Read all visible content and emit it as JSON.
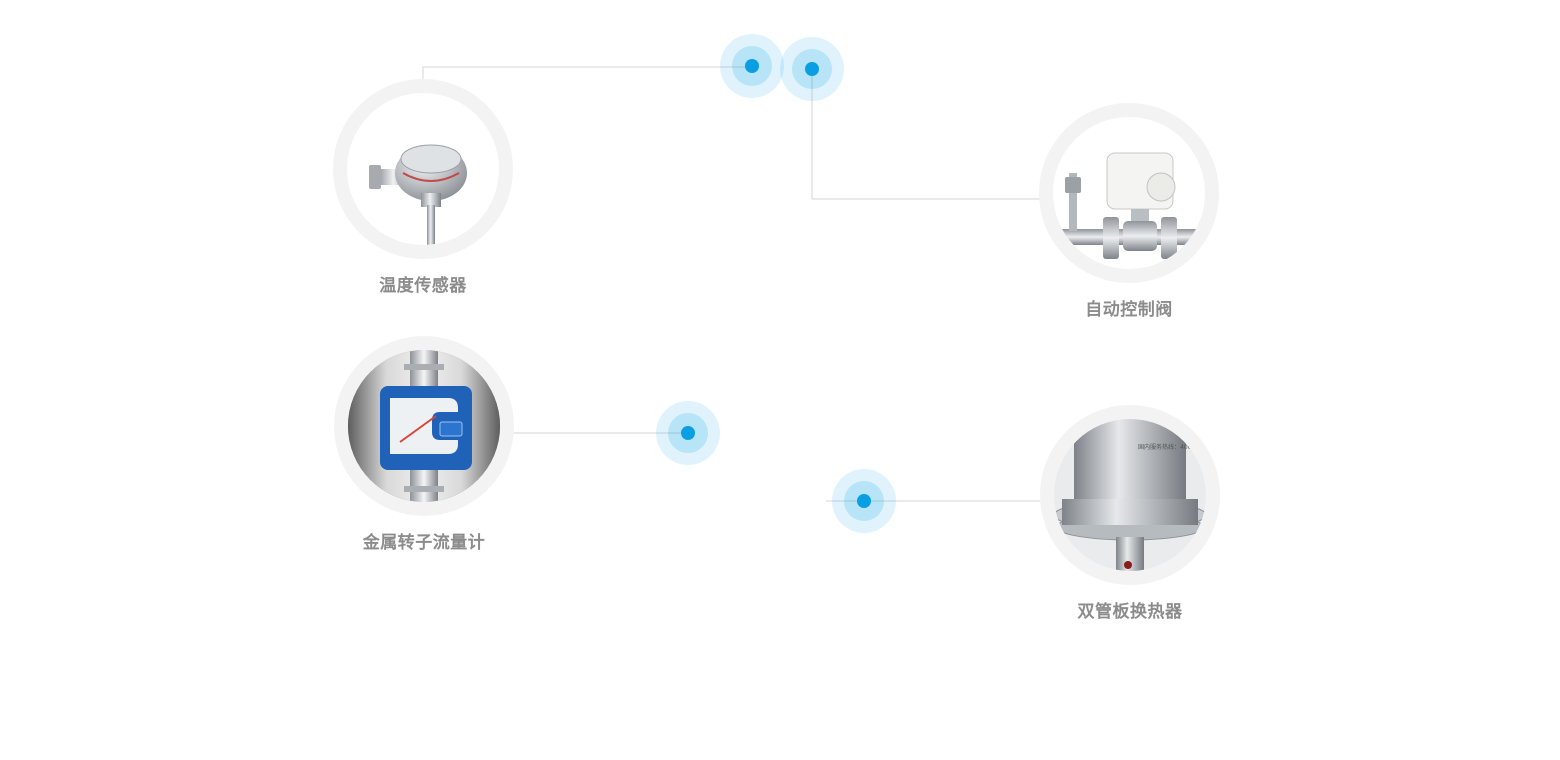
{
  "products": {
    "temperature_sensor": {
      "label": "温度传感器",
      "icon": "temperature-sensor-icon"
    },
    "control_valve": {
      "label": "自动控制阀",
      "icon": "control-valve-icon"
    },
    "flow_meter": {
      "label": "金属转子流量计",
      "icon": "flow-meter-icon"
    },
    "heat_exchanger": {
      "label": "双管板换热器",
      "icon": "heat-exchanger-icon",
      "caption": "国内服务热线：400"
    }
  },
  "colors": {
    "accent": "#0a9fe2",
    "halo": "#e3f3fc",
    "line": "#d6d6d6",
    "label": "#8c8c8c",
    "disc": "#f3f3f3"
  }
}
